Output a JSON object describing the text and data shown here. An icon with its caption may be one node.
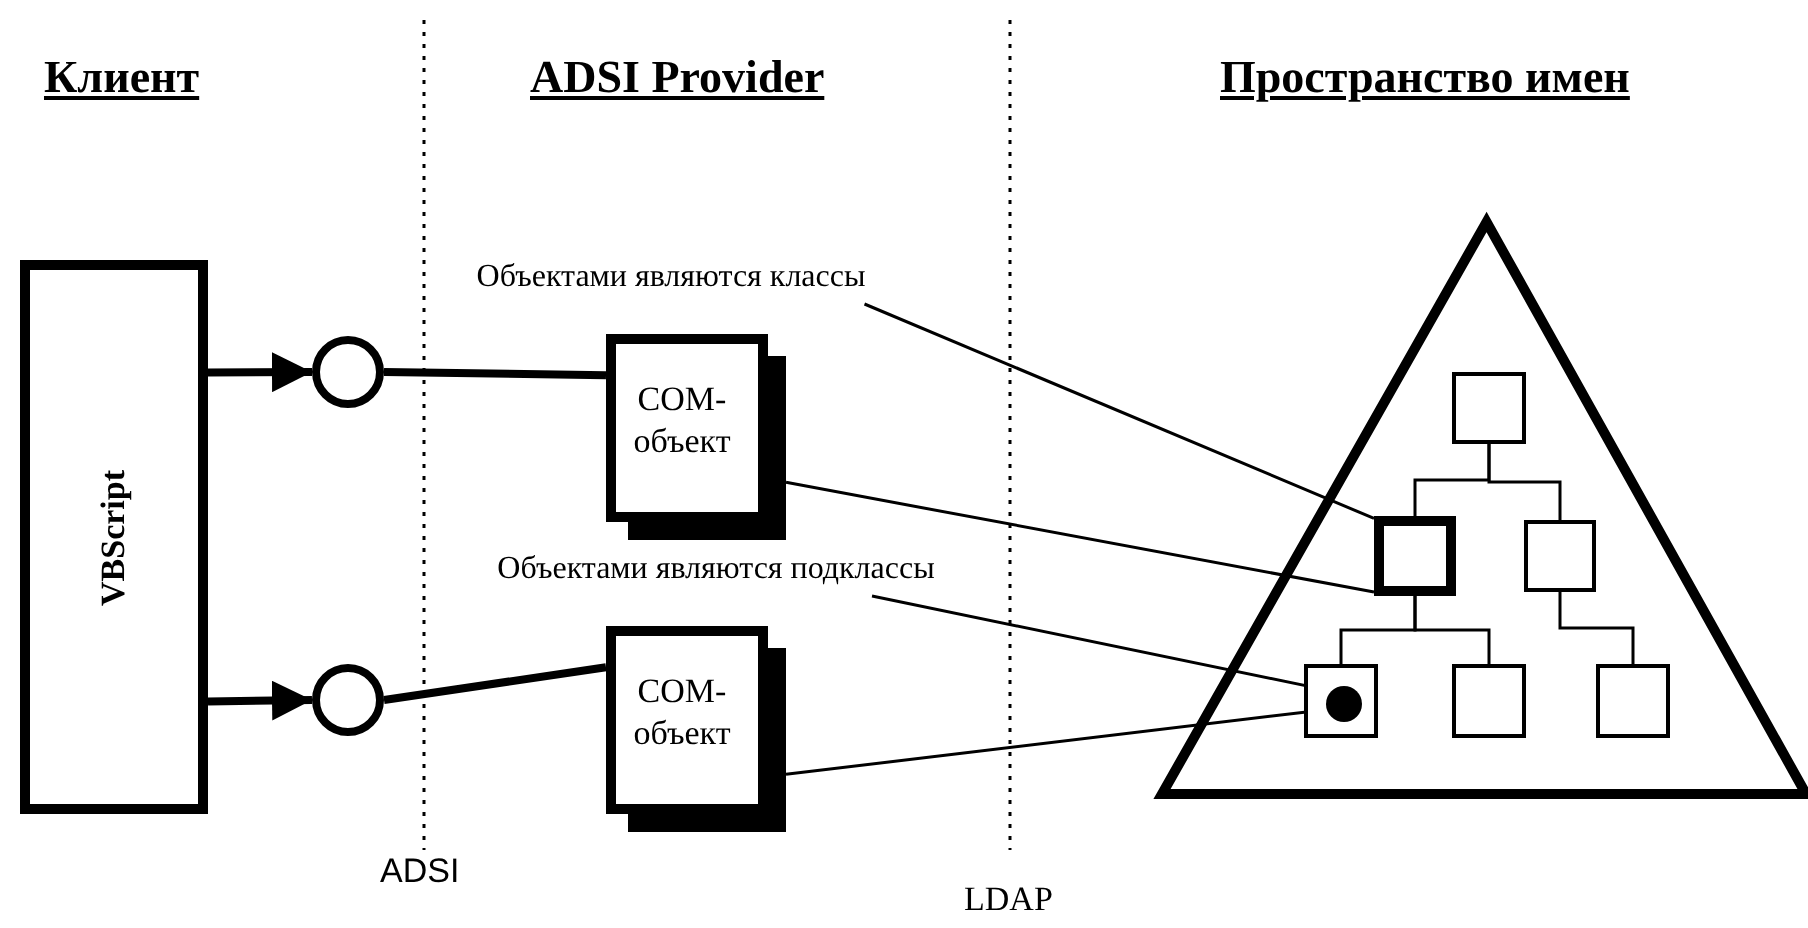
{
  "diagram": {
    "nodes": [
      {
        "text": [
          "VBScript"
        ]
      },
      {
        "text": [],
        "shape": "circle"
      },
      {
        "text": [],
        "shape": "circle"
      },
      {
        "text": [
          "COM-объект"
        ]
      },
      {
        "text": [
          "COM-объект"
        ]
      },
      {
        "text": [
          "Объектами являются классы"
        ]
      },
      {
        "text": [
          "Объектами являются подклассы"
        ]
      },
      {
        "text": [],
        "shape": "triangle"
      },
      {
        "text": [],
        "shape": "box",
        "in": 7
      },
      {
        "text": [],
        "shape": "box",
        "in": 7
      },
      {
        "text": [],
        "shape": "box",
        "in": 7
      },
      {
        "text": [],
        "shape": "box",
        "in": 7
      },
      {
        "text": [],
        "shape": "circle",
        "in": 11
      },
      {
        "text": [],
        "shape": "box",
        "in": 7
      },
      {
        "text": [],
        "shape": "box",
        "in": 7
      }
    ],
    "edges": [
      {
        "from": 0,
        "to": 1,
        "arrow": "to",
        "style": "thick"
      },
      {
        "from": 0,
        "to": 2,
        "arrow": "to",
        "style": "thick"
      },
      {
        "from": 1,
        "to": 3,
        "arrow": "none",
        "style": "thick"
      },
      {
        "from": 2,
        "to": 4,
        "arrow": "none",
        "style": "thick"
      },
      {
        "from": 5,
        "to": 9,
        "arrow": "none"
      },
      {
        "from": 3,
        "to": 9,
        "arrow": "none"
      },
      {
        "from": 6,
        "to": 12,
        "arrow": "none"
      },
      {
        "from": 4,
        "to": 12,
        "arrow": "none"
      },
      {
        "from": 8,
        "to": 9,
        "arrow": "none"
      },
      {
        "from": 8,
        "to": 10,
        "arrow": "none"
      },
      {
        "from": 9,
        "to": 11,
        "arrow": "none"
      },
      {
        "from": 9,
        "to": 13,
        "arrow": "none"
      },
      {
        "from": 10,
        "to": 14,
        "arrow": "none"
      }
    ],
    "labels": [
      "Клиент",
      "ADSI Provider",
      "Пространство имен",
      "ADSI",
      "LDAP"
    ]
  }
}
